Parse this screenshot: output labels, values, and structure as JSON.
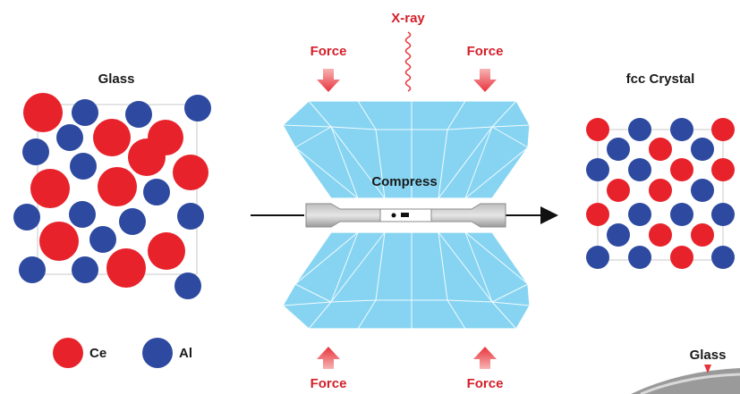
{
  "labels": {
    "glass_left": "Glass",
    "fcc_crystal": "fcc Crystal",
    "xray": "X-ray",
    "force": "Force",
    "compress": "Compress",
    "glass_bottom_right": "Glass"
  },
  "legend": {
    "ce": "Ce",
    "al": "Al"
  },
  "colors": {
    "ce": "#e8222a",
    "al": "#2d4aa0",
    "arrow": "#e8333b",
    "diamond": "#86d4f2",
    "text_red": "#d4202a"
  }
}
